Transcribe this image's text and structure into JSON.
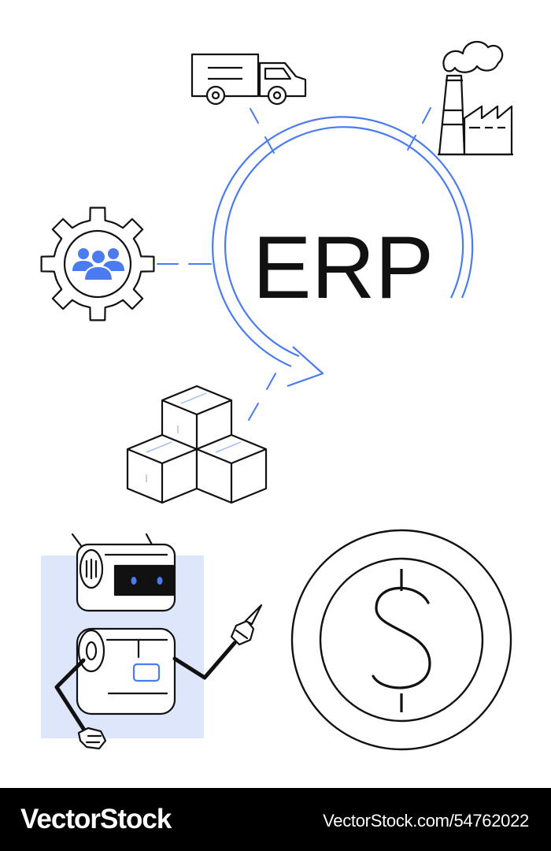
{
  "center": {
    "label": "ERP"
  },
  "footer": {
    "brand": "VectorStock",
    "stock_id": "VectorStock.com/54762022"
  },
  "icons": [
    "truck-icon",
    "factory-icon",
    "gear-team-icon",
    "boxes-icon",
    "robot-icon",
    "dollar-coin-icon"
  ],
  "colors": {
    "accent": "#4a7bf0",
    "robot_background": "#dde6fb",
    "stroke": "#111111",
    "footer_background": "#000000"
  }
}
